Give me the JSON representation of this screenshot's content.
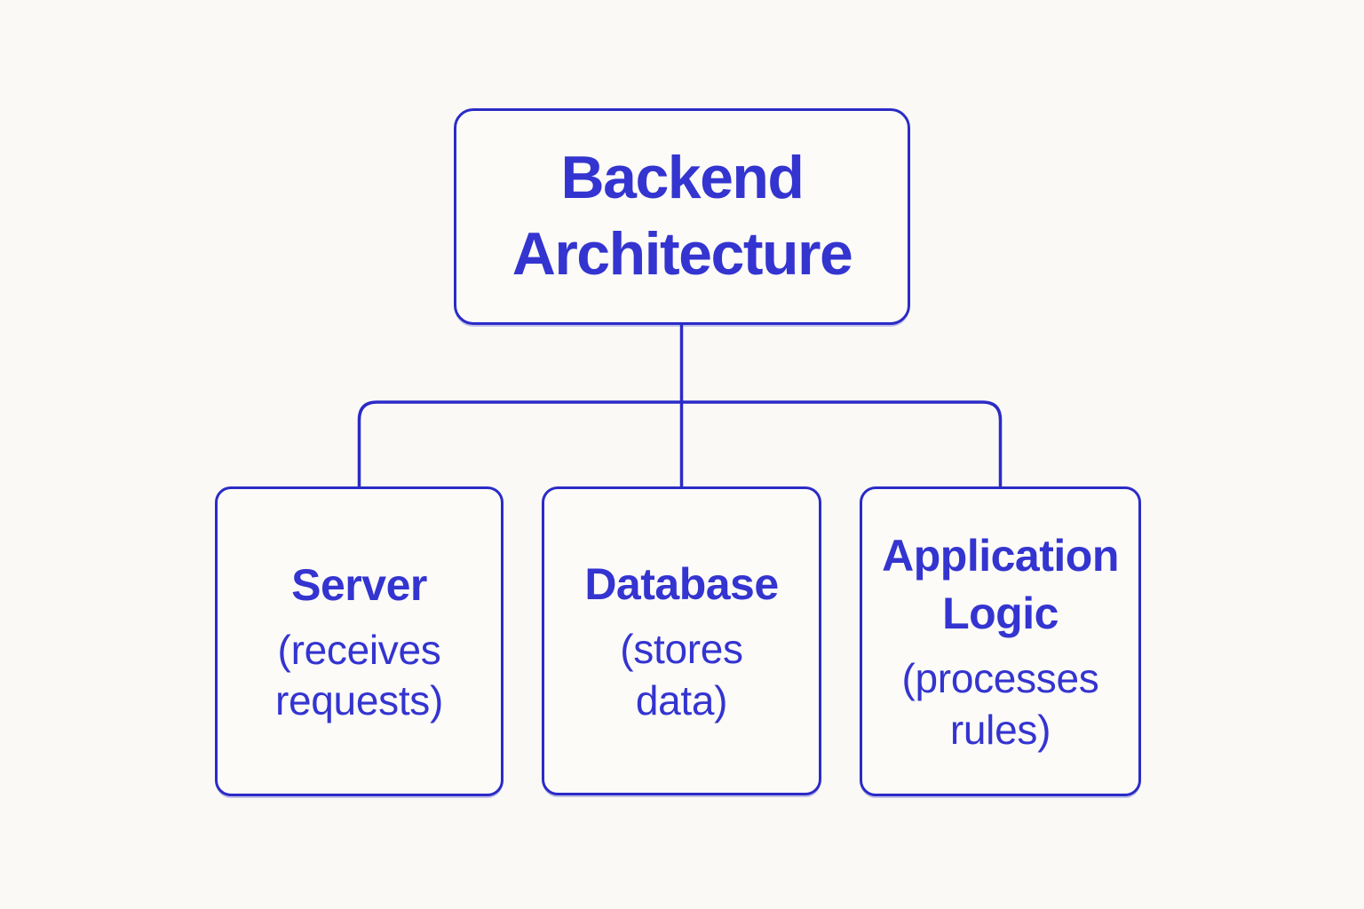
{
  "theme": {
    "background": "#faf9f5",
    "node_fill": "#fcfbf8",
    "accent_text": "#3434d0",
    "accent_line": "#2b2bc7"
  },
  "diagram": {
    "type": "tree",
    "nodes": [
      {
        "id": "backend-architecture",
        "role": "root",
        "title": "Backend Architecture",
        "subtitle": ""
      },
      {
        "id": "server",
        "role": "child",
        "title": "Server",
        "subtitle": "(receives requests)"
      },
      {
        "id": "database",
        "role": "child",
        "title": "Database",
        "subtitle": "(stores data)"
      },
      {
        "id": "application-logic",
        "role": "child",
        "title": "Application Logic",
        "subtitle": "(processes rules)"
      }
    ],
    "edges": [
      {
        "from": "backend-architecture",
        "to": "server"
      },
      {
        "from": "backend-architecture",
        "to": "database"
      },
      {
        "from": "backend-architecture",
        "to": "application-logic"
      }
    ]
  }
}
